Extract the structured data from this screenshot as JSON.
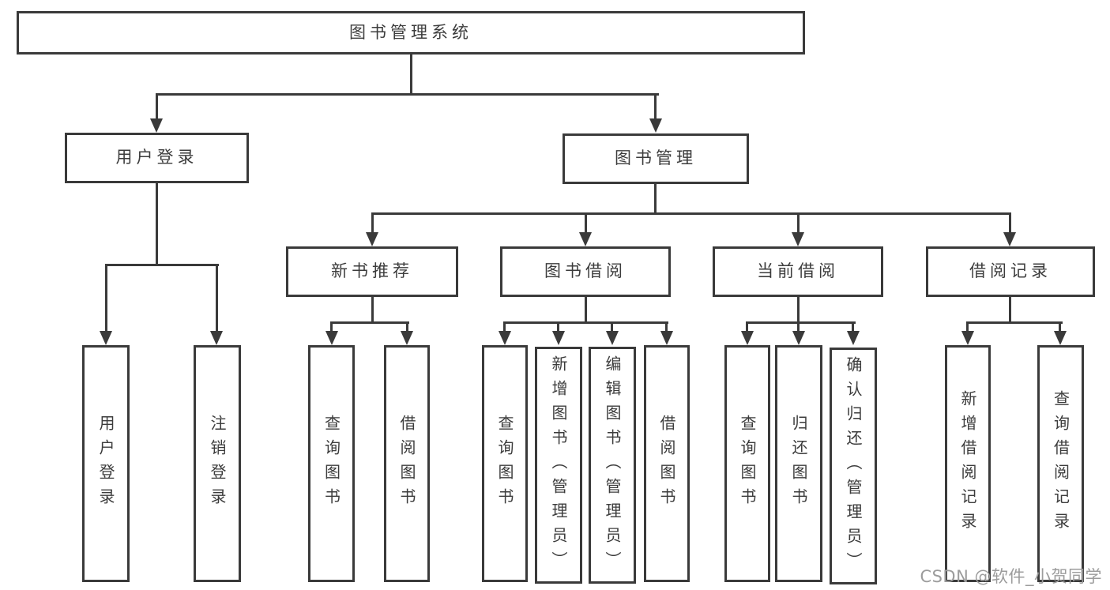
{
  "nodes": {
    "root": {
      "label": "图书管理系统"
    },
    "level1": [
      {
        "label": "用户登录"
      },
      {
        "label": "图书管理"
      }
    ],
    "level2": [
      {
        "label": "新书推荐"
      },
      {
        "label": "图书借阅"
      },
      {
        "label": "当前借阅"
      },
      {
        "label": "借阅记录"
      }
    ],
    "leaves": [
      {
        "parent": "用户登录",
        "label": "用户登录"
      },
      {
        "parent": "用户登录",
        "label": "注销登录"
      },
      {
        "parent": "新书推荐",
        "label": "查询图书"
      },
      {
        "parent": "新书推荐",
        "label": "借阅图书"
      },
      {
        "parent": "图书借阅",
        "label": "查询图书"
      },
      {
        "parent": "图书借阅",
        "label": "新增图书（管理员）"
      },
      {
        "parent": "图书借阅",
        "label": "编辑图书（管理员）"
      },
      {
        "parent": "图书借阅",
        "label": "借阅图书"
      },
      {
        "parent": "当前借阅",
        "label": "查询图书"
      },
      {
        "parent": "当前借阅",
        "label": "归还图书"
      },
      {
        "parent": "当前借阅",
        "label": "确认归还（管理员）"
      },
      {
        "parent": "借阅记录",
        "label": "新增借阅记录"
      },
      {
        "parent": "借阅记录",
        "label": "查询借阅记录"
      }
    ]
  },
  "watermark": {
    "text": "CSDN @软件_小贺同学"
  },
  "colors": {
    "line": "#3a3a3a",
    "text": "#3c3c3c",
    "box_fill": "#ffffff",
    "watermark": "#9c9c9c",
    "background": "#ffffff"
  }
}
